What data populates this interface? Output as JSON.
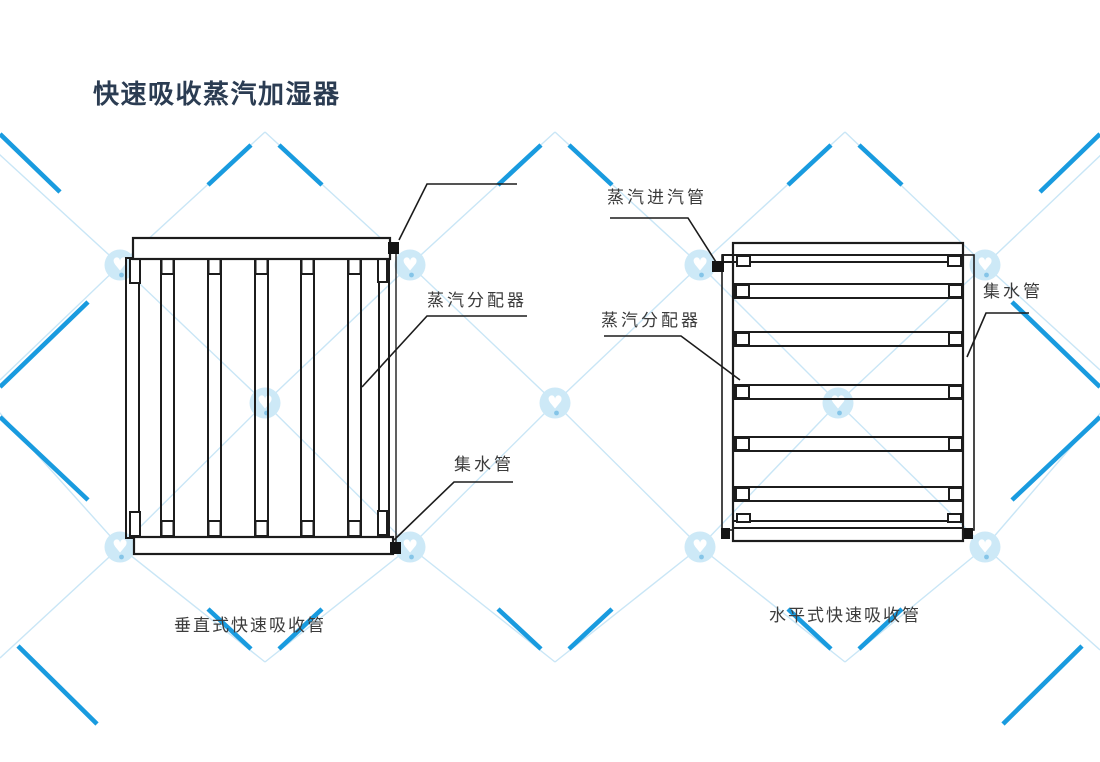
{
  "title": {
    "text": "快速吸收蒸汽加湿器"
  },
  "left_diagram": {
    "caption": "垂直式快速吸收管",
    "label_distributor": "蒸汽分配器",
    "label_collector": "集水管"
  },
  "right_diagram": {
    "caption": "水平式快速吸收管",
    "label_inlet": "蒸汽进汽管",
    "label_distributor": "蒸汽分配器",
    "label_collector": "集水管"
  },
  "colors": {
    "title_text": "#2b3c52",
    "label_text": "#3b3b3b",
    "diagram_line": "#1c1c1c",
    "connector_fill": "#141414",
    "watermark_accent": "#199bdf",
    "watermark_light_line": "#c9e6f6",
    "watermark_circle_fill": "#cde9f7"
  },
  "icons": {
    "watermark_logo": "heart-logo-badge"
  }
}
